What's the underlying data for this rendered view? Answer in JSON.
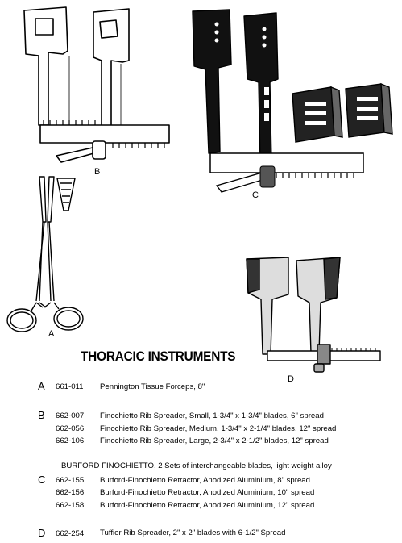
{
  "figure_labels": {
    "a": "A",
    "b": "B",
    "c": "C",
    "d": "D"
  },
  "title": "THORACIC INSTRUMENTS",
  "groups": [
    {
      "letter": "A",
      "items": [
        {
          "code": "661-011",
          "description": "Pennington Tissue Forceps, 8\""
        }
      ]
    },
    {
      "letter": "B",
      "items": [
        {
          "code": "662-007",
          "description": "Finochietto Rib Spreader, Small, 1-3/4\" x 1-3/4\" blades, 6\" spread"
        },
        {
          "code": "662-056",
          "description": "Finochietto Rib Spreader, Medium, 1-3/4\" x 2-1/4\" blades, 12\" spread"
        },
        {
          "code": "662-106",
          "description": "Finochietto Rib Spreader, Large, 2-3/4\" x 2-1/2\" blades, 12\" spread"
        }
      ]
    },
    {
      "heading": "BURFORD FINOCHIETTO, 2 Sets of interchangeable blades, light weight alloy",
      "letter": "C",
      "items": [
        {
          "code": "662-155",
          "description": "Burford-Finochietto Retractor, Anodized Aluminium, 8\" spread"
        },
        {
          "code": "662-156",
          "description": "Burford-Finochietto Retractor, Anodized Aluminium, 10\" spread"
        },
        {
          "code": "662-158",
          "description": "Burford-Finochietto Retractor, Anodized Aluminium, 12\" spread"
        }
      ]
    },
    {
      "letter": "D",
      "items": [
        {
          "code": "662-254",
          "description": "Tuffier Rib Spreader, 2\" x 2\" blades with 6-1/2\" Spread"
        }
      ]
    }
  ]
}
